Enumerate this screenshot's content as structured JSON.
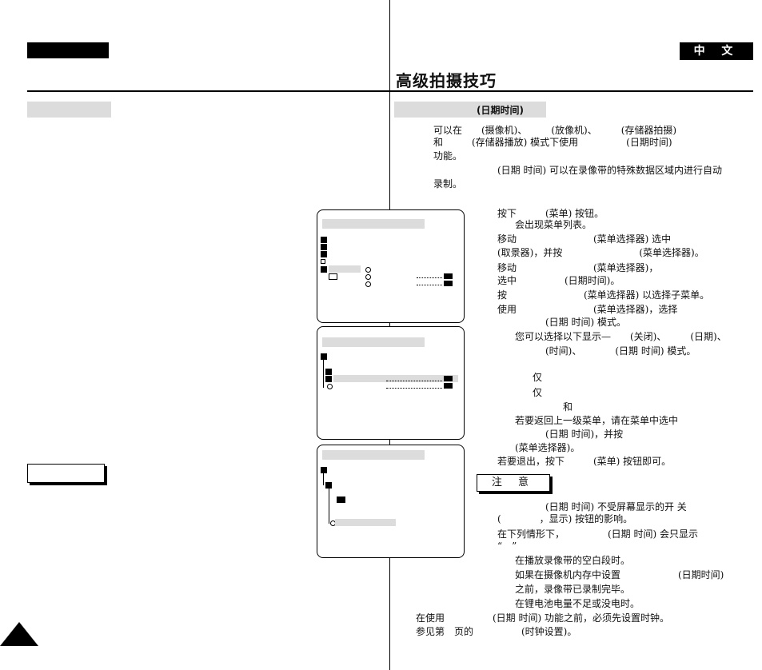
{
  "header": {
    "language_tab": "中 文",
    "page_title": "高级拍摄技巧"
  },
  "section": {
    "heading": "(日期时间)"
  },
  "note_label": "注 意",
  "lines": [
    "可以在　　(摄像机)、　　　(放像机)、　　　(存储器拍摄)",
    "和　　　(存储器播放) 模式下使用　　　　　(日期时间)",
    "功能。",
    "(日期 时间) 可以在录像带的特殊数据区域内进行自动",
    "录制。",
    "按下　　　(菜单) 按钮。",
    "会出现菜单列表。",
    "移动　　　　　　　　(菜单选择器) 选中",
    "(取景器)，并按　　　　　　　　(菜单选择器)。",
    "移动　　　　　　　　(菜单选择器)，",
    "选中　　　　　(日期时间)。",
    "按　　　　　　　　(菜单选择器) 以选择子菜单。",
    "使用　　　　　　　　(菜单选择器)，选择",
    "(日期 时间) 模式。",
    "您可以选择以下显示—　　(关闭)、　　　(日期)、",
    "(时间)、　　　　(日期 时间) 模式。",
    "仅",
    "仅",
    "和",
    "若要返回上一级菜单，请在菜单中选中",
    "(日期 时间)，并按",
    "(菜单选择器)。",
    "若要退出，按下　　　(菜单) 按钮即可。",
    "(日期 时间) 不受屏幕显示的开 关",
    "(　　　　，显示) 按钮的影响。",
    "在下列情形下，　　　　　(日期 时间) 会只显示",
    "“　”",
    "在播放录像带的空白段时。",
    "如果在摄像机内存中设置　　　　　　(日期时间)",
    "之前，录像带已录制完毕。",
    "在锂电池电量不足或没电时。",
    "在使用　　　　　(日期 时间) 功能之前，必须先设置时钟。",
    "参见第　页的　　　　　(时钟设置)。"
  ]
}
